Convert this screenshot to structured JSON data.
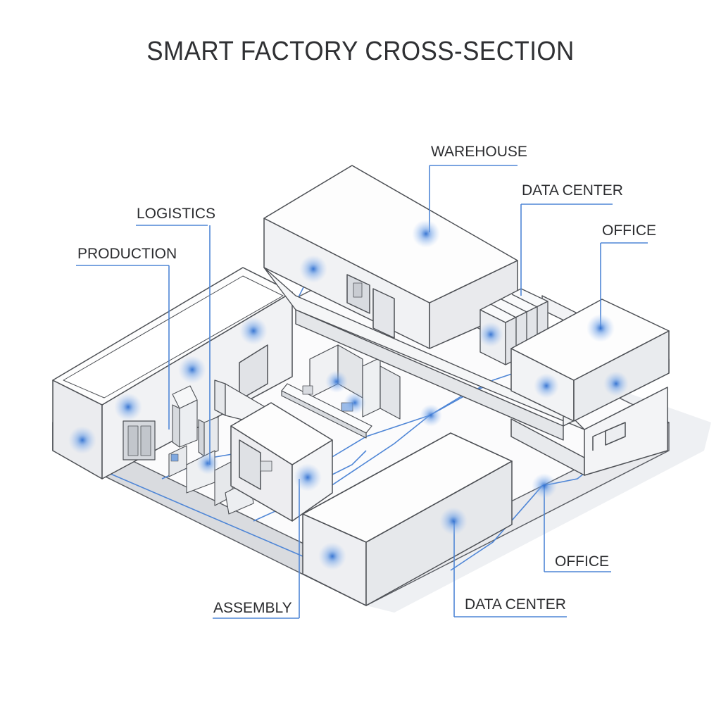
{
  "title": "SMART FACTORY CROSS-SECTION",
  "accent_color": "#3f7fd6",
  "labels": {
    "warehouse": "WAREHOUSE",
    "data_center_top": "DATA CENTER",
    "office_top": "OFFICE",
    "logistics": "LOGISTICS",
    "production": "PRODUCTION",
    "assembly": "ASSEMBLY",
    "data_center_bottom": "DATA CENTER",
    "office_bottom": "OFFICE"
  }
}
